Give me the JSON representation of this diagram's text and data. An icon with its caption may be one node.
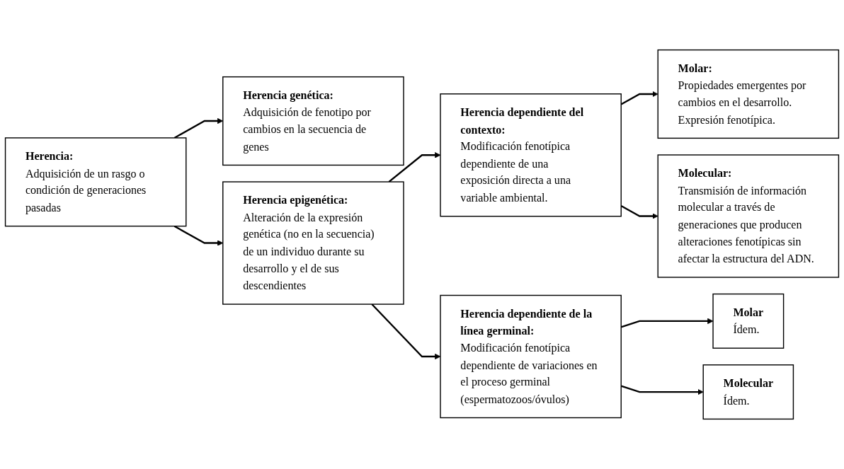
{
  "diagram": {
    "nodes": [
      {
        "text": [
          "Herencia:",
          "Adquisición de un rasgo o condición de generaciones pasadas"
        ]
      },
      {
        "text": [
          "Herencia genética:",
          "Adquisición de fenotipo por cambios en la secuencia de genes"
        ]
      },
      {
        "text": [
          "Herencia epigenética:",
          "Alteración de la expresión genética (no en la secuencia) de un individuo durante su desarrollo y el de sus descendientes"
        ]
      },
      {
        "text": [
          "Herencia dependiente del contexto:",
          "Modificación fenotípica dependiente de una exposición directa a una variable ambiental."
        ]
      },
      {
        "text": [
          "Herencia dependiente de la línea germinal:",
          "Modificación fenotípica dependiente de variaciones en el proceso germinal (espermatozoos/óvulos)"
        ]
      },
      {
        "text": [
          "Molar:",
          "Propiedades emergentes por cambios en el desarrollo. Expresión fenotípica."
        ]
      },
      {
        "text": [
          "Molecular:",
          "Transmisión de información molecular a través de generaciones que producen alteraciones fenotípicas sin afectar la estructura del ADN."
        ]
      },
      {
        "text": [
          "Molar",
          "Ídem."
        ]
      },
      {
        "text": [
          "Molecular",
          "Ídem."
        ]
      }
    ],
    "edges": [
      {
        "from": 0,
        "to": 1,
        "arrow": "to"
      },
      {
        "from": 0,
        "to": 2,
        "arrow": "to"
      },
      {
        "from": 2,
        "to": 3,
        "arrow": "to"
      },
      {
        "from": 2,
        "to": 4,
        "arrow": "to"
      },
      {
        "from": 3,
        "to": 5,
        "arrow": "to"
      },
      {
        "from": 3,
        "to": 6,
        "arrow": "to"
      },
      {
        "from": 4,
        "to": 7,
        "arrow": "to"
      },
      {
        "from": 4,
        "to": 8,
        "arrow": "to"
      }
    ]
  }
}
